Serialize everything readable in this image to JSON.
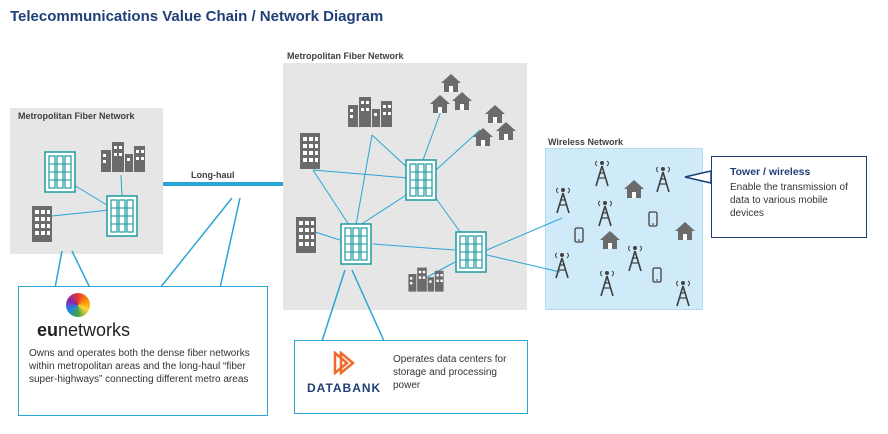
{
  "title": "Telecommunications Value Chain / Network Diagram",
  "regions": {
    "left_metro": "Metropolitan Fiber Network",
    "long_haul": "Long-haul",
    "center_metro": "Metropolitan Fiber Network",
    "wireless": "Wireless Network"
  },
  "eunetworks": {
    "logo_prefix": "eu",
    "logo_suffix": "networks",
    "description": "Owns and operates both the dense fiber networks within metropolitan areas and the long-haul “fiber super-highways” connecting different metro areas"
  },
  "databank": {
    "logo_text": "DATABANK",
    "description": "Operates data centers for storage and processing power"
  },
  "tower": {
    "title": "Tower / wireless",
    "description": "Enable the transmission of data to various mobile devices"
  },
  "colors": {
    "title": "#1f3f78",
    "teal_link": "#2aa6d6",
    "datacenter": "#1a9aa0",
    "building": "#6b6b6b",
    "grey_region": "#e6e6e6",
    "wireless_region": "#cfeaf8",
    "databank_orange": "#f26a2a"
  }
}
